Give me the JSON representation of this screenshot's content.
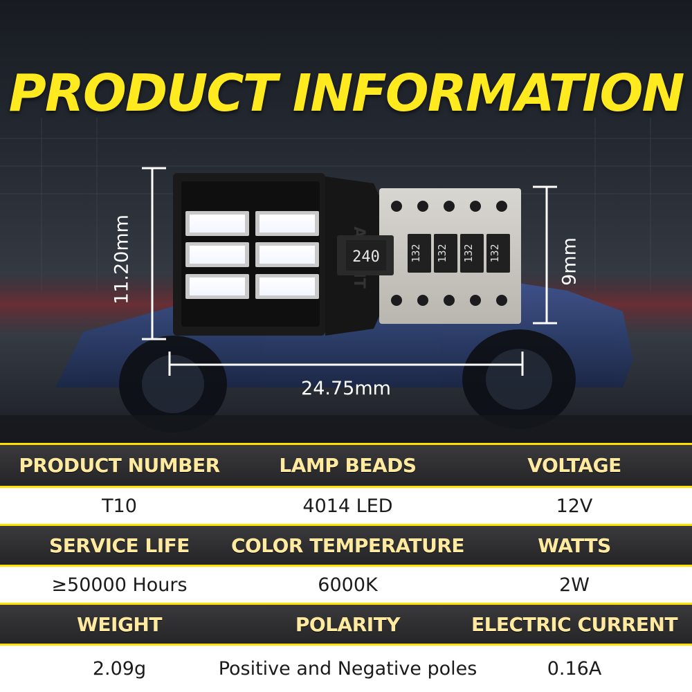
{
  "title": "PRODUCT INFORMATION",
  "dimensions": {
    "height": "11.20mm",
    "width": "24.75mm",
    "base_height": "9mm"
  },
  "bulb_markings": {
    "brand": "AJSENT",
    "resistor_main": "240",
    "resistor_small": [
      "132",
      "132",
      "132",
      "132"
    ]
  },
  "colors": {
    "title": "#ffea1f",
    "accent_border": "#ffe000",
    "header_text": "#ffeaa0"
  },
  "specs": [
    {
      "header": "PRODUCT NUMBER",
      "value": "T10"
    },
    {
      "header": "LAMP BEADS",
      "value": "4014 LED"
    },
    {
      "header": "VOLTAGE",
      "value": "12V"
    },
    {
      "header": "SERVICE LIFE",
      "value": "≥50000 Hours"
    },
    {
      "header": "COLOR TEMPERATURE",
      "value": "6000K"
    },
    {
      "header": "WATTS",
      "value": "2W"
    },
    {
      "header": "WEIGHT",
      "value": "2.09g"
    },
    {
      "header": "POLARITY",
      "value": "Positive and Negative poles"
    },
    {
      "header": "ELECTRIC CURRENT",
      "value": "0.16A"
    }
  ]
}
